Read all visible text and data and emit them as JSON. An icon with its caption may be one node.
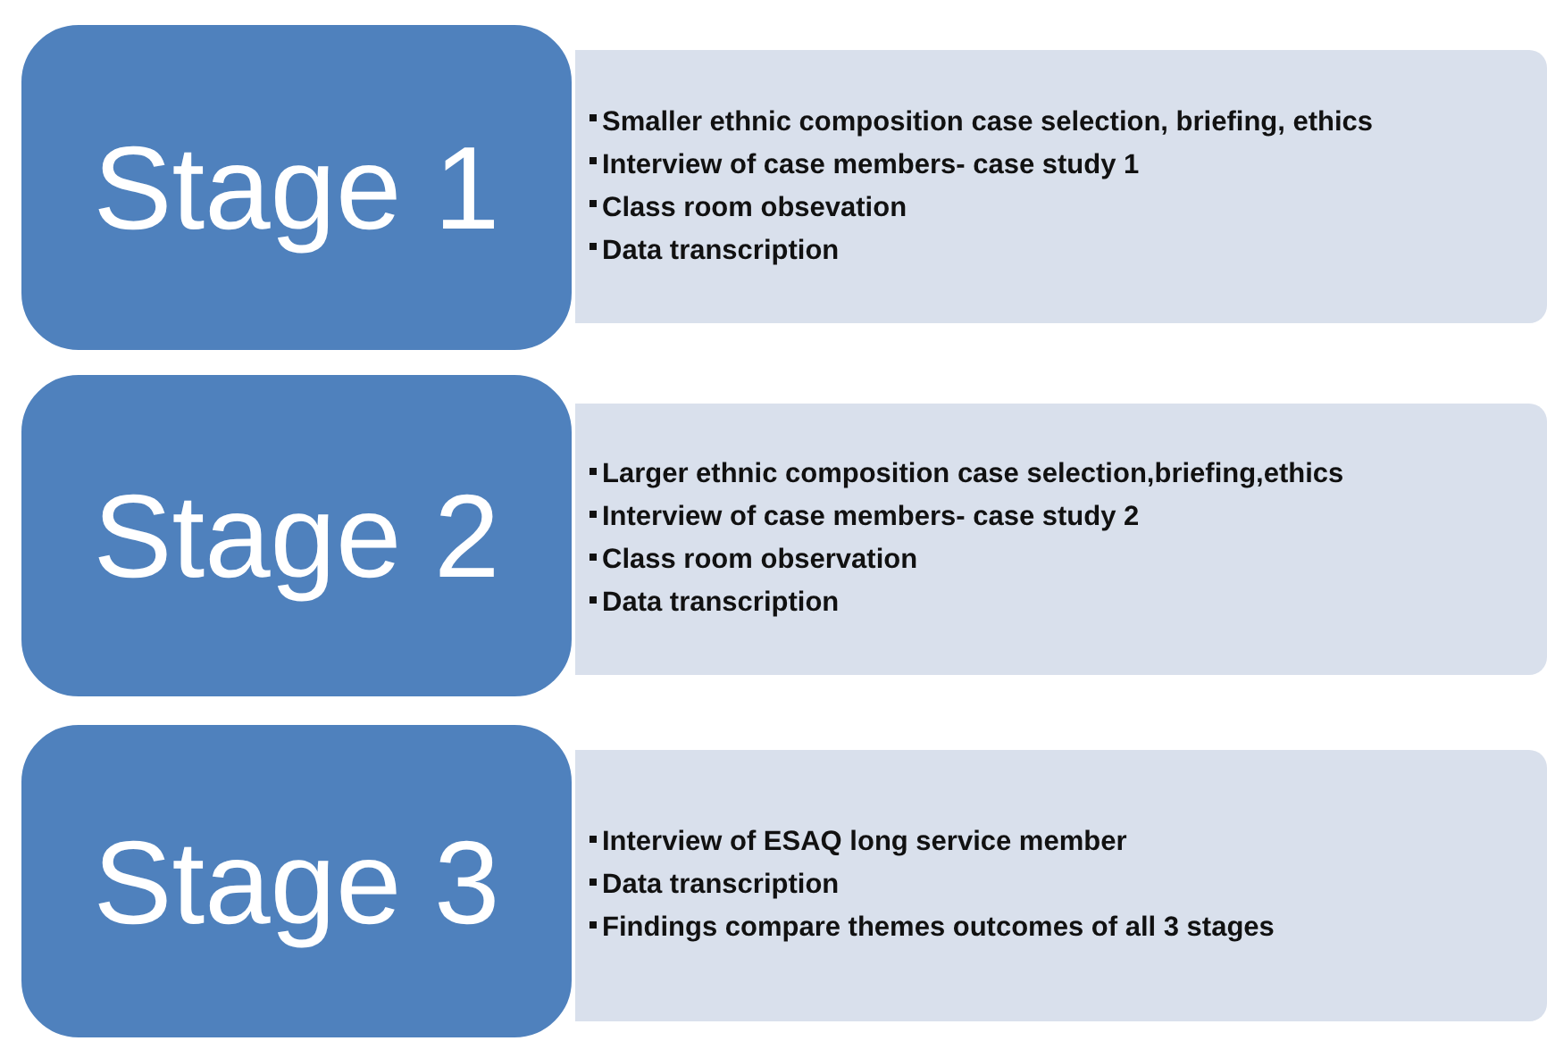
{
  "diagram": {
    "nodes": [
      {
        "text": [
          "Stage 1"
        ]
      },
      {
        "text": [
          "Smaller ethnic composition  case selection, briefing, ethics",
          "Interview of case members- case study 1",
          "Class room obsevation",
          "Data transcription"
        ]
      },
      {
        "text": [
          "Stage 2"
        ]
      },
      {
        "text": [
          "Larger ethnic composition case selection,briefing,ethics",
          "Interview of case members- case study 2",
          "Class room observation",
          "Data transcription"
        ]
      },
      {
        "text": [
          "Stage 3"
        ]
      },
      {
        "text": [
          "Interview of ESAQ long service member",
          "Data transcription",
          "Findings compare themes outcomes of all 3 stages"
        ]
      }
    ]
  }
}
